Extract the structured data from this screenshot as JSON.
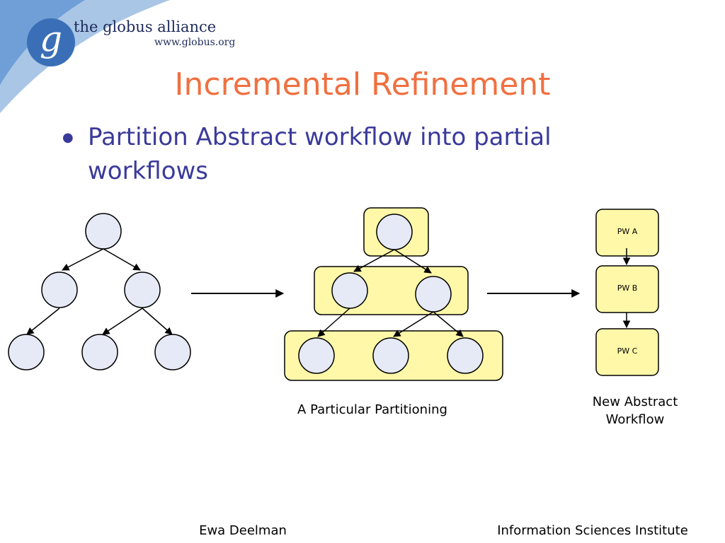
{
  "logo": {
    "name": "the globus alliance",
    "url": "www.globus.org",
    "glyph": "g"
  },
  "title": "Incremental Refinement",
  "bullets": [
    "Partition Abstract workflow into partial workflows"
  ],
  "partitioning_caption": "A Particular Partitioning",
  "new_workflow_caption": "New Abstract Workflow",
  "partial_workflows": [
    "PW A",
    "PW B",
    "PW C"
  ],
  "footer": {
    "author": "Ewa Deelman",
    "institution": "Information Sciences Institute"
  },
  "colors": {
    "title": "#f07040",
    "bullet_text": "#3a3a9a",
    "node_fill": "#e6e9f6",
    "partition_fill": "#fff8a8",
    "logo_blue": "#3a6fb8"
  }
}
